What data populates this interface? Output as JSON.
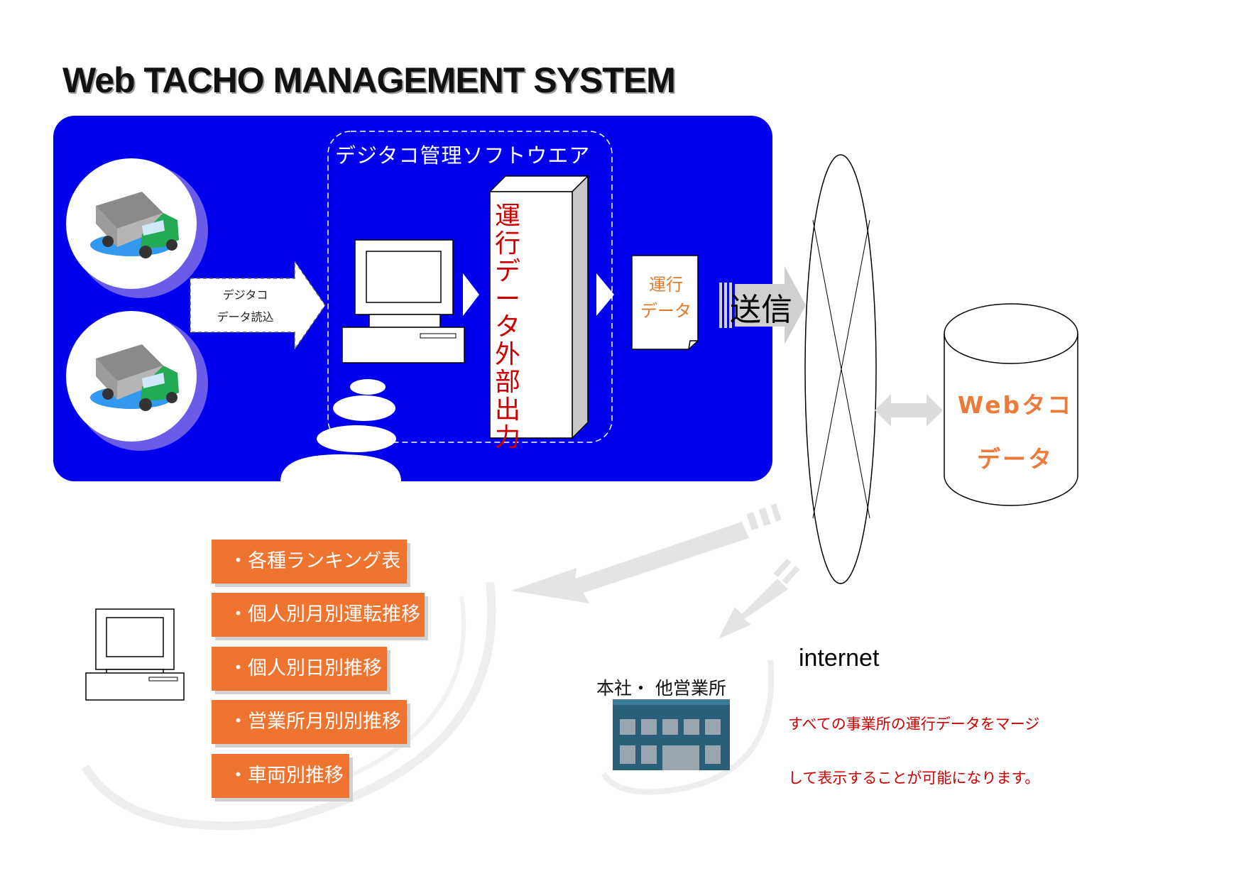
{
  "title": "Web TACHO MANAGEMENT  SYSTEM",
  "software_label": "デジタコ管理ソフトウエア",
  "read_arrow": {
    "line1": "デジタコ",
    "line2": "データ読込"
  },
  "export_label": "運行データ外部出力",
  "doc_label": {
    "line1": "運行",
    "line2": "データ"
  },
  "send_label": "送信",
  "database_label": {
    "line1": "Webタコ",
    "line2": "データ"
  },
  "internet_label": "internet",
  "office_label": "本社・ 他営業所",
  "reports": [
    "・各種ランキング表",
    "・個人別月別運転推移",
    "・個人別日別推移",
    "・営業所月別別推移",
    "・車両別推移"
  ],
  "merge_note": {
    "line1": "すべての事業所の運行データをマージ",
    "line2": "して表示することが可能になります。"
  },
  "colors": {
    "panel_blue": "#0000ee",
    "report_orange": "#ee7430",
    "db_text_orange": "#ee7a3a",
    "note_red": "#cc0000",
    "building_teal": "#2a5f7a"
  },
  "icons": [
    "truck-icon",
    "truck-icon",
    "computer-icon",
    "document-icon",
    "database-icon",
    "internet-ellipse-icon",
    "building-icon",
    "computer-icon"
  ]
}
